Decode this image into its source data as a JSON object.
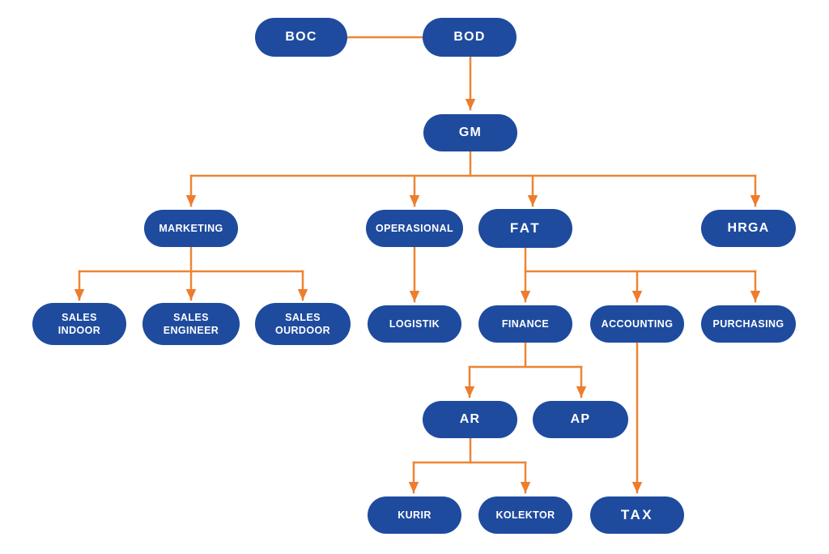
{
  "diagram": {
    "type": "org-chart",
    "colors": {
      "node_fill": "#1E4B9E",
      "node_text": "#FFFFFF",
      "connector": "#ED8533",
      "background": "#FFFFFF"
    },
    "nodes": [
      {
        "id": "boc",
        "label": "BOC"
      },
      {
        "id": "bod",
        "label": "BOD"
      },
      {
        "id": "gm",
        "label": "GM"
      },
      {
        "id": "marketing",
        "label": "MARKETING"
      },
      {
        "id": "operasional",
        "label": "OPERASIONAL"
      },
      {
        "id": "fat",
        "label": "FAT"
      },
      {
        "id": "hrga",
        "label": "HRGA"
      },
      {
        "id": "sales_indoor",
        "label": "SALES\nINDOOR"
      },
      {
        "id": "sales_engineer",
        "label": "SALES\nENGINEER"
      },
      {
        "id": "sales_ourdoor",
        "label": "SALES\nOURDOOR"
      },
      {
        "id": "logistik",
        "label": "LOGISTIK"
      },
      {
        "id": "finance",
        "label": "FINANCE"
      },
      {
        "id": "accounting",
        "label": "ACCOUNTING"
      },
      {
        "id": "purchasing",
        "label": "PURCHASING"
      },
      {
        "id": "ar",
        "label": "AR"
      },
      {
        "id": "ap",
        "label": "AP"
      },
      {
        "id": "kurir",
        "label": "KURIR"
      },
      {
        "id": "kolektor",
        "label": "KOLEKTOR"
      },
      {
        "id": "tax",
        "label": "TAX"
      }
    ],
    "edges": [
      {
        "from": "BOC",
        "to": "BOD",
        "style": "plain"
      },
      {
        "from": "BOD",
        "to": "GM",
        "style": "arrow"
      },
      {
        "from": "GM",
        "to": "MARKETING",
        "style": "arrow"
      },
      {
        "from": "GM",
        "to": "OPERASIONAL",
        "style": "arrow"
      },
      {
        "from": "GM",
        "to": "FAT",
        "style": "arrow"
      },
      {
        "from": "GM",
        "to": "HRGA",
        "style": "arrow"
      },
      {
        "from": "MARKETING",
        "to": "SALES INDOOR",
        "style": "arrow"
      },
      {
        "from": "MARKETING",
        "to": "SALES ENGINEER",
        "style": "arrow"
      },
      {
        "from": "MARKETING",
        "to": "SALES OURDOOR",
        "style": "arrow"
      },
      {
        "from": "OPERASIONAL",
        "to": "LOGISTIK",
        "style": "arrow"
      },
      {
        "from": "FAT",
        "to": "FINANCE",
        "style": "arrow"
      },
      {
        "from": "FAT",
        "to": "ACCOUNTING",
        "style": "arrow"
      },
      {
        "from": "FAT",
        "to": "PURCHASING",
        "style": "arrow"
      },
      {
        "from": "FINANCE",
        "to": "AR",
        "style": "arrow"
      },
      {
        "from": "FINANCE",
        "to": "AP",
        "style": "arrow"
      },
      {
        "from": "AR",
        "to": "KURIR",
        "style": "arrow"
      },
      {
        "from": "AR",
        "to": "KOLEKTOR",
        "style": "arrow"
      },
      {
        "from": "ACCOUNTING",
        "to": "TAX",
        "style": "arrow"
      }
    ]
  }
}
